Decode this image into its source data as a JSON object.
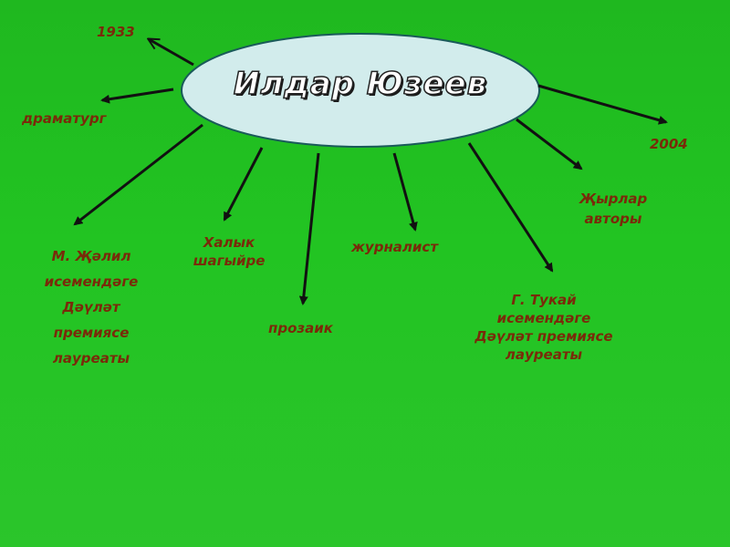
{
  "center": {
    "title": "Илдар Юзеев"
  },
  "labels": {
    "birth_year": "1933",
    "death_year": "2004",
    "dramaturg": "драматург",
    "jalil_prize": [
      "М. Җәлил",
      "исемендәге",
      "Дәүләт",
      "премиясе",
      "лауреаты"
    ],
    "people_poet": [
      "Халык",
      "шагыйре"
    ],
    "prose_writer": "прозаик",
    "journalist": "журналист",
    "tukay_prize": [
      "Г. Тукай",
      "исемендәге",
      "Дәүләт премиясе",
      "лауреаты"
    ],
    "song_author": [
      "Җырлар",
      "авторы"
    ]
  },
  "colors": {
    "background": "#22c422",
    "ellipse_fill": "#d2ecec",
    "label_text": "#7a2a0a",
    "arrow": "#111111"
  }
}
